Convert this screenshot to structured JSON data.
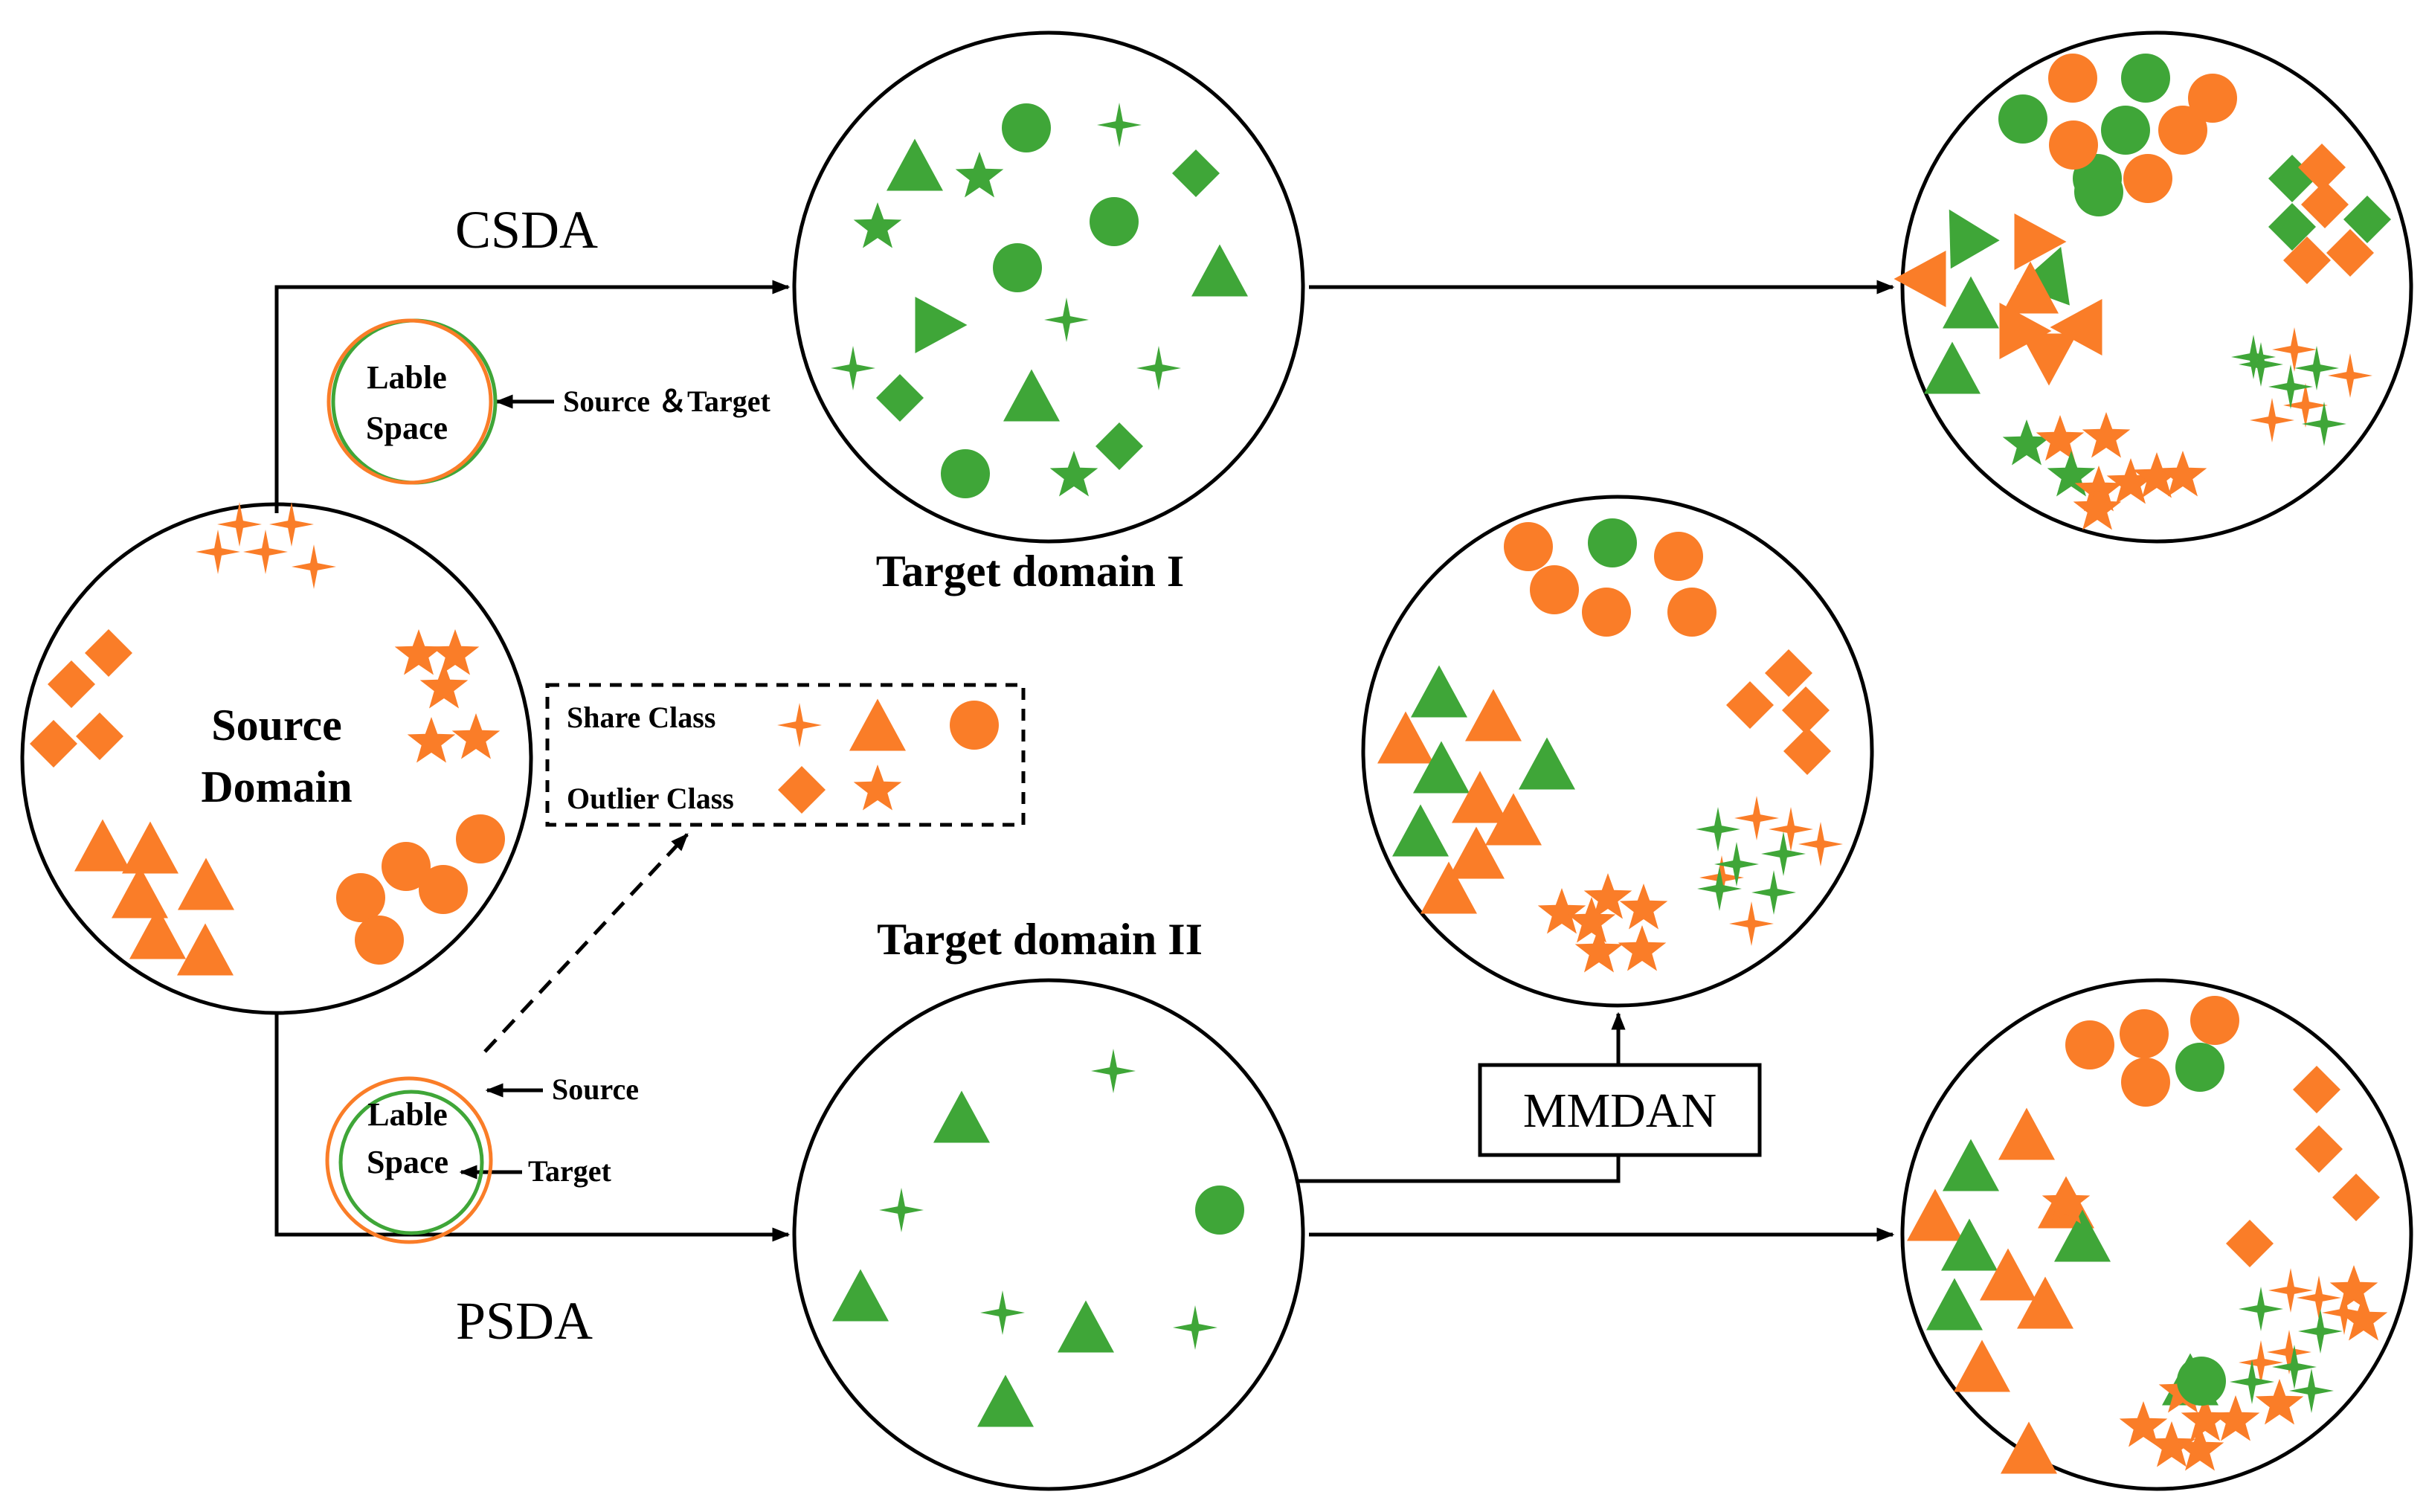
{
  "colors": {
    "orange": "#FA7D28",
    "green": "#3FA638",
    "stroke": "#000000"
  },
  "labels": {
    "csda": "CSDA",
    "psda": "PSDA",
    "source_domain_line1": "Source",
    "source_domain_line2": "Domain",
    "target_domain_1": "Target domain I",
    "target_domain_2": "Target domain II",
    "mmdan": "MMDAN",
    "label_space_line1": "Lable",
    "label_space_line2": "Space",
    "source_and_target": "Source ＆Target",
    "source": "Source",
    "target": "Target",
    "share_class": "Share Class",
    "outlier_class": "Outlier Class"
  },
  "icons": {
    "share_class": [
      "sparkle-icon",
      "triangle-icon",
      "circle-icon"
    ],
    "outlier_class": [
      "diamond-icon",
      "star-icon"
    ]
  }
}
